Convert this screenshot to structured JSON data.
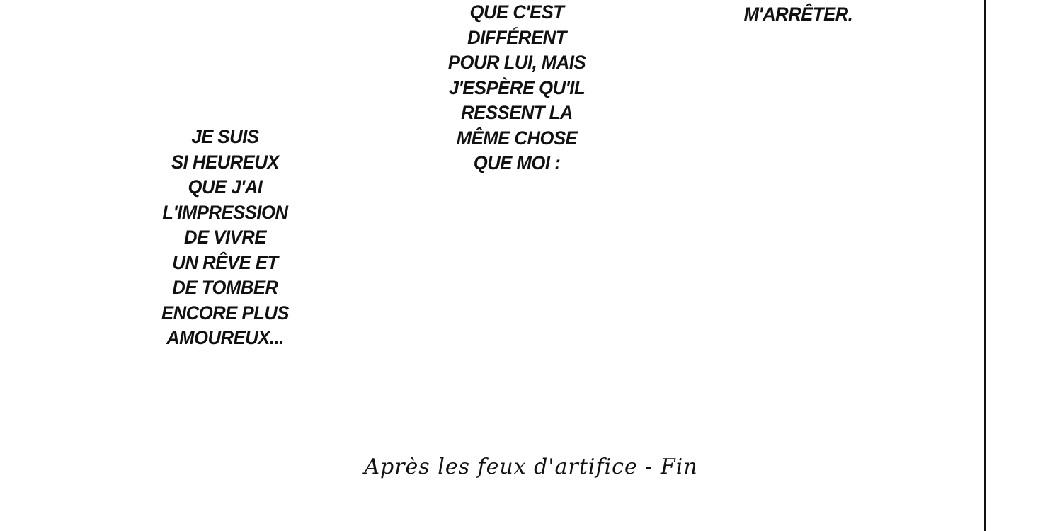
{
  "speech": {
    "left": [
      "JE SUIS",
      "SI HEUREUX",
      "QUE J'AI",
      "L'IMPRESSION",
      "DE VIVRE",
      "UN RÊVE ET",
      "DE TOMBER",
      "ENCORE PLUS",
      "AMOUREUX..."
    ],
    "middle": [
      "QUE C'EST",
      "DIFFÉRENT",
      "POUR LUI, MAIS",
      "J'ESPÈRE QU'IL",
      "RESSENT LA",
      "MÊME CHOSE",
      "QUE MOI :"
    ],
    "right": [
      "M'ARRÊTER."
    ]
  },
  "footer": "Après les feux d'artifice - Fin"
}
